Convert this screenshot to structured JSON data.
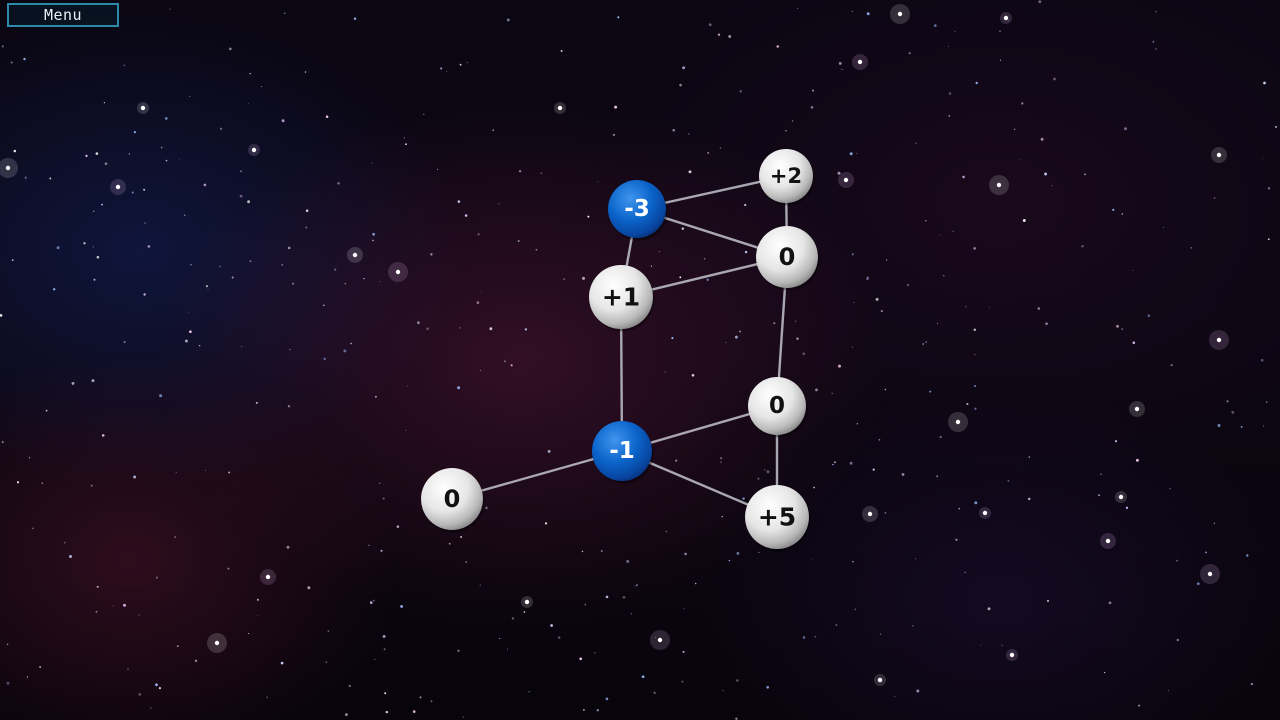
{
  "menu": {
    "label": "Menu"
  },
  "colors": {
    "edge": "#b9b9c2",
    "node_white_label": "#111111",
    "node_blue_label": "#ffffff",
    "node_blue": "#0a63c9",
    "node_white": "#e8e8e8",
    "menu_border": "#2a8aa8"
  },
  "graph": {
    "nodes": [
      {
        "id": "n1",
        "label": "-3",
        "kind": "blue"
      },
      {
        "id": "n2",
        "label": "+2",
        "kind": "white"
      },
      {
        "id": "n3",
        "label": "0",
        "kind": "white"
      },
      {
        "id": "n4",
        "label": "+1",
        "kind": "white"
      },
      {
        "id": "n5",
        "label": "0",
        "kind": "white"
      },
      {
        "id": "n6",
        "label": "-1",
        "kind": "blue"
      },
      {
        "id": "n7",
        "label": "0",
        "kind": "white"
      },
      {
        "id": "n8",
        "label": "+5",
        "kind": "white"
      }
    ],
    "edges": [
      [
        "n1",
        "n2"
      ],
      [
        "n1",
        "n3"
      ],
      [
        "n1",
        "n4"
      ],
      [
        "n2",
        "n3"
      ],
      [
        "n4",
        "n3"
      ],
      [
        "n3",
        "n5"
      ],
      [
        "n4",
        "n6"
      ],
      [
        "n6",
        "n5"
      ],
      [
        "n6",
        "n7"
      ],
      [
        "n6",
        "n8"
      ],
      [
        "n5",
        "n8"
      ]
    ]
  }
}
